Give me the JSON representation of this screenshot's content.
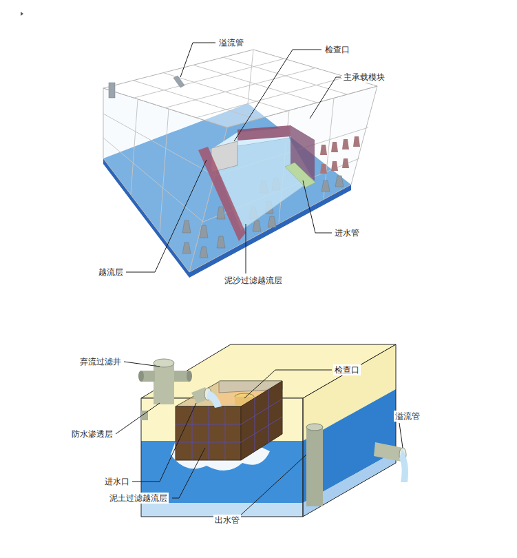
{
  "diagram": {
    "labels": [
      "溢流管",
      "检查口",
      "主承载模块",
      "进水管",
      "越流层",
      "泥沙过滤越流层",
      "弃流过滤井",
      "检查口",
      "防水渗透层",
      "溢流管",
      "进水口",
      "泥土过滤越流层",
      "出水管"
    ]
  }
}
